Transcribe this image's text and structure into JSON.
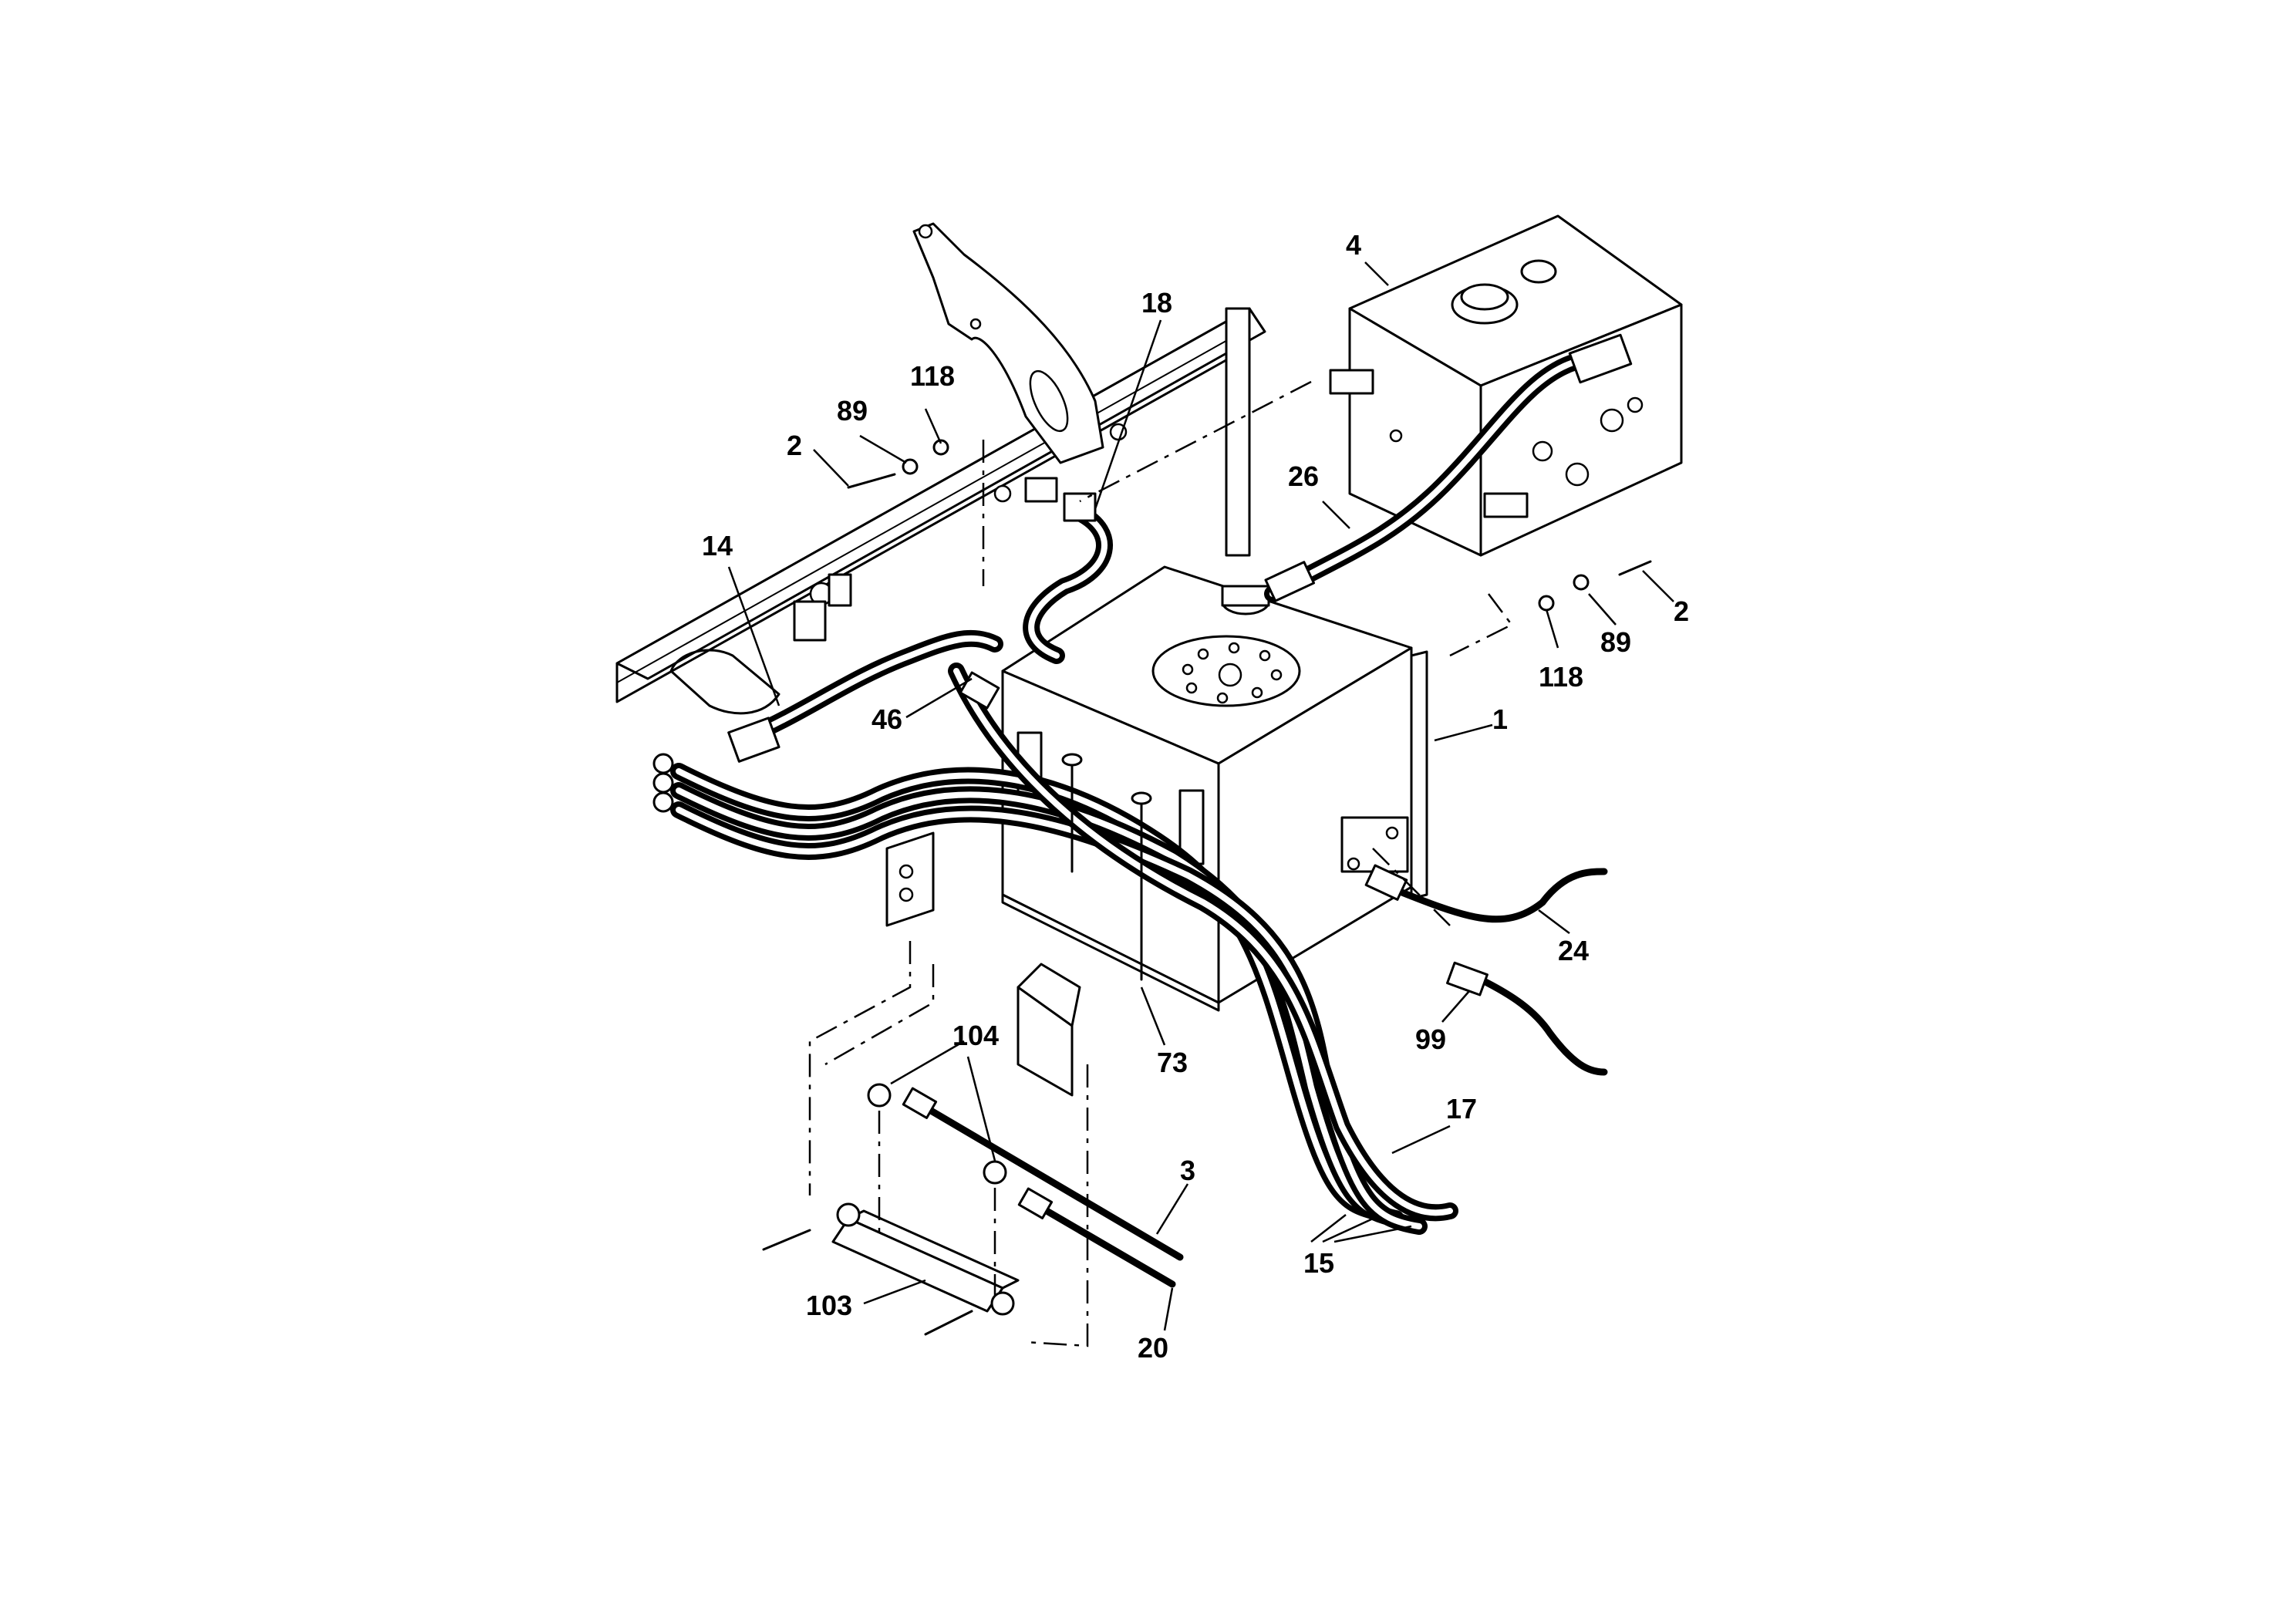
{
  "diagram": {
    "callouts": [
      {
        "id": "c4",
        "label": "4"
      },
      {
        "id": "c18",
        "label": "18"
      },
      {
        "id": "c118a",
        "label": "118"
      },
      {
        "id": "c89a",
        "label": "89"
      },
      {
        "id": "c2a",
        "label": "2"
      },
      {
        "id": "c26",
        "label": "26"
      },
      {
        "id": "c14",
        "label": "14"
      },
      {
        "id": "c2b",
        "label": "2"
      },
      {
        "id": "c89b",
        "label": "89"
      },
      {
        "id": "c118b",
        "label": "118"
      },
      {
        "id": "c1",
        "label": "1"
      },
      {
        "id": "c46",
        "label": "46"
      },
      {
        "id": "c24",
        "label": "24"
      },
      {
        "id": "c99",
        "label": "99"
      },
      {
        "id": "c73",
        "label": "73"
      },
      {
        "id": "c104",
        "label": "104"
      },
      {
        "id": "c17",
        "label": "17"
      },
      {
        "id": "c3",
        "label": "3"
      },
      {
        "id": "c15",
        "label": "15"
      },
      {
        "id": "c103",
        "label": "103"
      },
      {
        "id": "c20",
        "label": "20"
      }
    ]
  }
}
